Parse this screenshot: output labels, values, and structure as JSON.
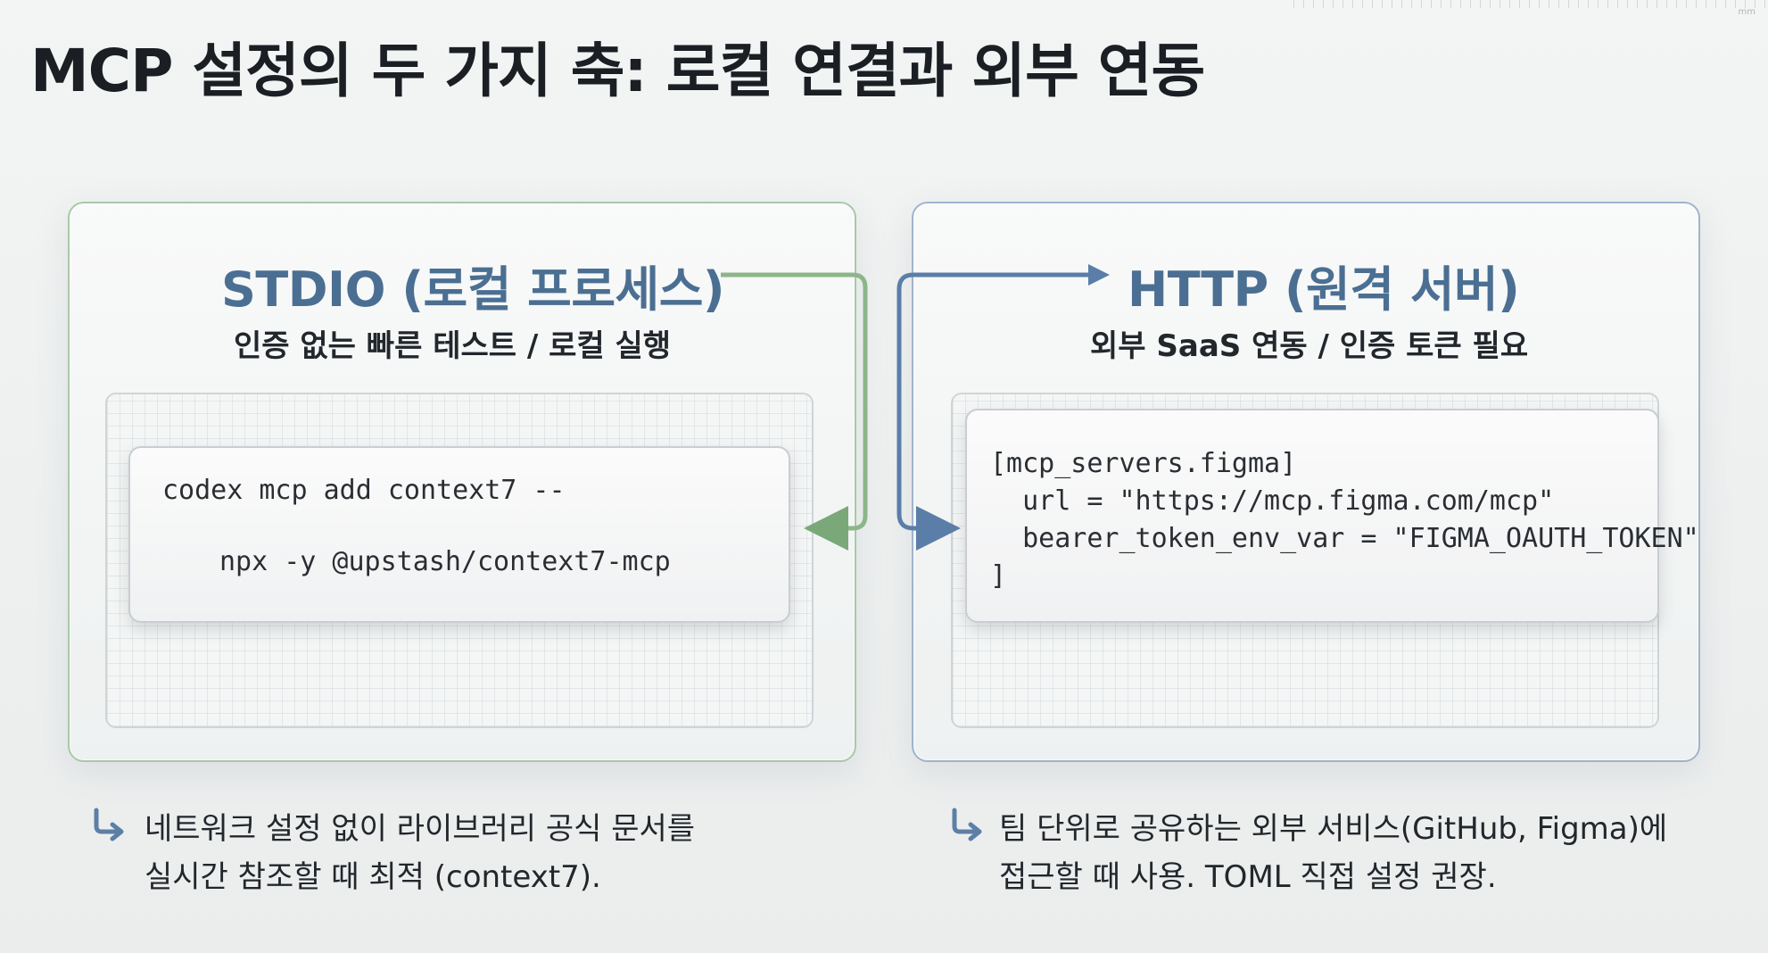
{
  "title": "MCP 설정의 두 가지 축: 로컬 연결과 외부 연동",
  "ruler_unit": "mm",
  "colors": {
    "stdio_accent": "#6f9e6c",
    "http_accent": "#5d7fa6",
    "heading": "#4b6f92"
  },
  "stdio": {
    "heading": "STDIO (로컬 프로세스)",
    "subtitle": "인증 없는 빠른 테스트 / 로컬 실행",
    "code_lines": [
      "codex mcp add context7 --",
      "npx -y @upstash/context7-mcp"
    ],
    "note_icon": "return-arrow-icon",
    "note_lines": [
      "네트워크 설정 없이 라이브러리 공식 문서를",
      "실시간 참조할 때 최적 (context7)."
    ]
  },
  "http": {
    "heading": "HTTP (원격 서버)",
    "subtitle": "외부 SaaS 연동 / 인증 토큰 필요",
    "code_lines": [
      "[mcp_servers.figma]",
      "  url = \"https://mcp.figma.com/mcp\"",
      "  bearer_token_env_var = \"FIGMA_OAUTH_TOKEN\"",
      "]"
    ],
    "note_icon": "return-arrow-icon",
    "note_lines": [
      "팀 단위로 공유하는 외부 서비스(GitHub, Figma)에",
      "접근할 때 사용. TOML 직접 설정 권장."
    ]
  }
}
